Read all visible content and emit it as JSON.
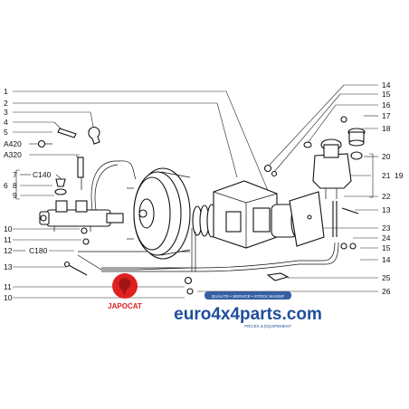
{
  "callouts_left": [
    {
      "id": "l1",
      "text": "1"
    },
    {
      "id": "l2",
      "text": "2"
    },
    {
      "id": "l3",
      "text": "3"
    },
    {
      "id": "l4",
      "text": "4"
    },
    {
      "id": "l5",
      "text": "5"
    },
    {
      "id": "lA420",
      "text": "A420"
    },
    {
      "id": "lA320",
      "text": "A320"
    },
    {
      "id": "l6",
      "text": "6"
    },
    {
      "id": "l7",
      "text": "7"
    },
    {
      "id": "lC140",
      "text": "C140"
    },
    {
      "id": "l8",
      "text": "8"
    },
    {
      "id": "l9",
      "text": "9"
    },
    {
      "id": "l10a",
      "text": "10"
    },
    {
      "id": "l11a",
      "text": "11"
    },
    {
      "id": "l12",
      "text": "12"
    },
    {
      "id": "lC180",
      "text": "C180"
    },
    {
      "id": "l13a",
      "text": "13"
    },
    {
      "id": "l11b",
      "text": "11"
    },
    {
      "id": "l10b",
      "text": "10"
    }
  ],
  "callouts_right": [
    {
      "id": "r14a",
      "text": "14"
    },
    {
      "id": "r15a",
      "text": "15"
    },
    {
      "id": "r16",
      "text": "16"
    },
    {
      "id": "r17",
      "text": "17"
    },
    {
      "id": "r18",
      "text": "18"
    },
    {
      "id": "r20",
      "text": "20"
    },
    {
      "id": "r19",
      "text": "19"
    },
    {
      "id": "r21",
      "text": "21"
    },
    {
      "id": "r22",
      "text": "22"
    },
    {
      "id": "r13b",
      "text": "13"
    },
    {
      "id": "r23",
      "text": "23"
    },
    {
      "id": "r24",
      "text": "24"
    },
    {
      "id": "r15b",
      "text": "15"
    },
    {
      "id": "r14b",
      "text": "14"
    },
    {
      "id": "r25",
      "text": "25"
    },
    {
      "id": "r26",
      "text": "26"
    }
  ],
  "watermark": {
    "brand": "JAPOCAT",
    "site": "euro4x4parts.com",
    "tagline_top": "QUALITE • SERVICE • STOCK MASSIF",
    "tagline_bottom": "PIÈCES & ÉQUIPEMENT",
    "brand_color": "#e02020",
    "site_color": "#1f4f9a"
  }
}
